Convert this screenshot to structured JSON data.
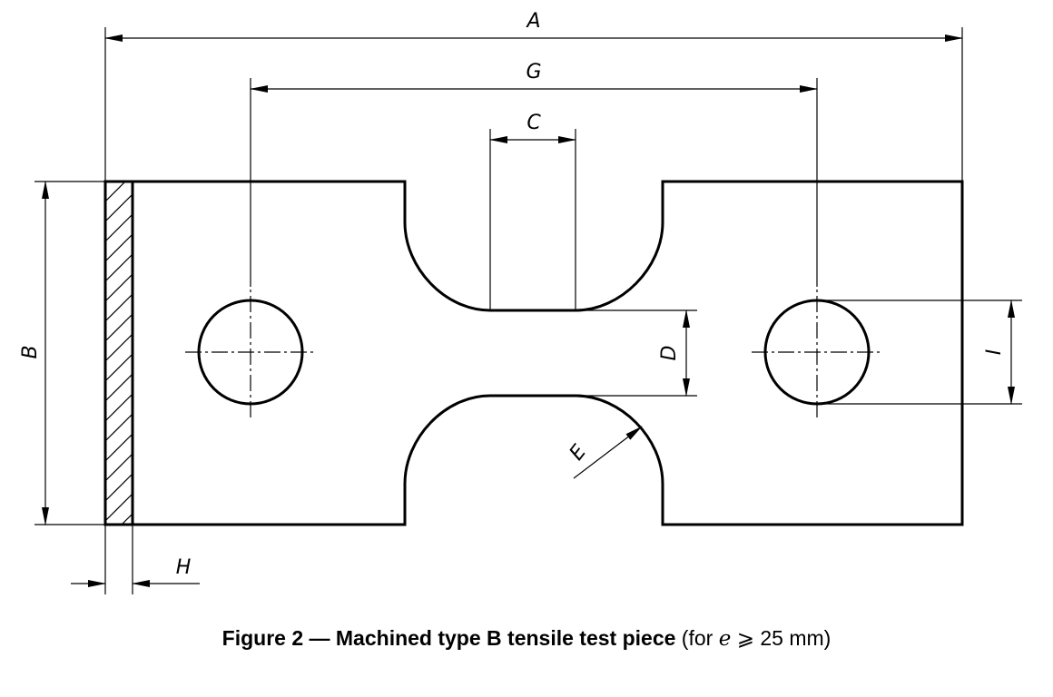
{
  "figure": {
    "labels": {
      "A": "A",
      "G": "G",
      "C": "C",
      "B": "B",
      "D": "D",
      "I": "I",
      "E": "E",
      "H": "H"
    },
    "caption": {
      "prefix": "Figure 2 — Machined type B tensile test piece",
      "open": " (for ",
      "variable": "e",
      "relation": " ⩾ 25 mm)"
    }
  }
}
